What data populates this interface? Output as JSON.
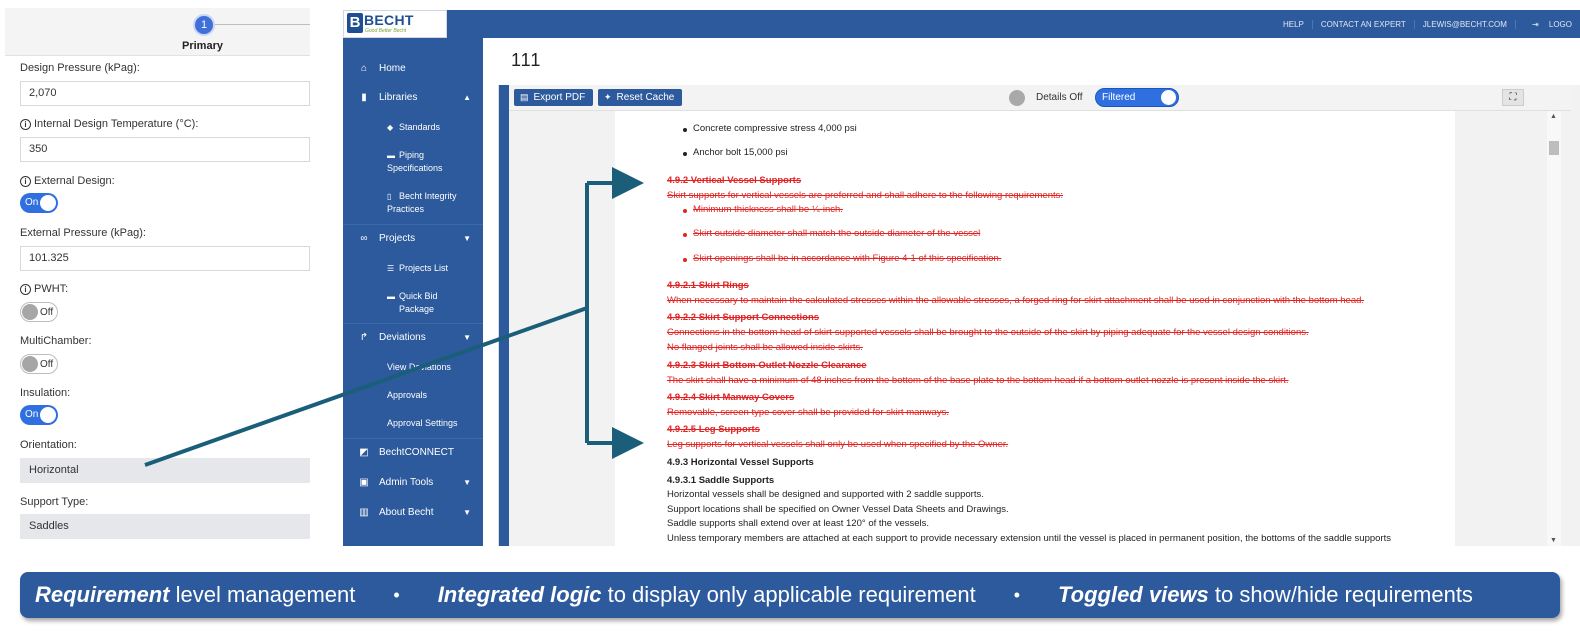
{
  "form": {
    "step_number": "1",
    "step_label": "Primary",
    "design_pressure_label": "Design Pressure (kPag):",
    "design_pressure_value": "2,070",
    "internal_temp_label": "Internal Design Temperature (°C):",
    "internal_temp_value": "350",
    "external_design_label": "External Design:",
    "external_design_toggle": "On",
    "external_pressure_label": "External Pressure (kPag):",
    "external_pressure_value": "101.325",
    "pwht_label": "PWHT:",
    "pwht_toggle": "Off",
    "multichamber_label": "MultiChamber:",
    "multichamber_toggle": "Off",
    "insulation_label": "Insulation:",
    "insulation_toggle": "On",
    "orientation_label": "Orientation:",
    "orientation_value": "Horizontal",
    "support_type_label": "Support Type:",
    "support_type_value": "Saddles"
  },
  "topbar": {
    "logo_text": "BECHT",
    "logo_tagline": "Good Better Becht",
    "links": [
      "HELP",
      "CONTACT AN EXPERT",
      "JLEWIS@BECHT.COM",
      "LOGO"
    ]
  },
  "sidebar": {
    "home": "Home",
    "libraries": "Libraries",
    "standards": "Standards",
    "piping_1": "Piping",
    "piping_2": "Specifications",
    "becht_1": "Becht Integrity",
    "becht_2": "Practices",
    "projects": "Projects",
    "projects_list": "Projects List",
    "quick_bid_1": "Quick Bid",
    "quick_bid_2": "Package",
    "deviations": "Deviations",
    "view_deviations": "View Deviations",
    "approvals": "Approvals",
    "approval_settings": "Approval Settings",
    "bechtconnect": "BechtCONNECT",
    "admin_tools": "Admin Tools",
    "about_becht": "About Becht"
  },
  "page": {
    "title": "111"
  },
  "toolbar": {
    "export_pdf": "Export PDF",
    "reset_cache": "Reset Cache",
    "details_label": "Details Off",
    "filter_label": "Filtered"
  },
  "document": {
    "bullet_1": "Concrete compressive stress 4,000 psi",
    "bullet_2": "Anchor bolt 15,000 psi",
    "h_492": "4.9.2 Vertical Vessel Supports",
    "p_492": "Skirt supports for vertical vessels are preferred and shall adhere to the following requirements:",
    "rb_1": "Minimum thickness shall be ¼-inch.",
    "rb_2": "Skirt outside diameter shall match the outside diameter of the vessel",
    "rb_3": "Skirt openings shall be in accordance with Figure 4-1 of this specification.",
    "h_4921": "4.9.2.1 Skirt Rings",
    "p_4921": "When necessary to maintain the calculated stresses within the allowable stresses, a forged ring for skirt attachment shall be used in conjunction with the bottom head.",
    "h_4922": "4.9.2.2 Skirt Support Connections",
    "p_4922a": "Connections in the bottom head of skirt-supported vessels shall be brought to the outside of the skirt by piping adequate for the vessel design conditions.",
    "p_4922b": "No flanged joints shall be allowed inside skirts.",
    "h_4923": "4.9.2.3 Skirt Bottom Outlet Nozzle Clearance",
    "p_4923": "The skirt shall have a minimum of 48 inches from the bottom of the base plate to the bottom head if a bottom outlet nozzle is present inside the skirt.",
    "h_4924": "4.9.2.4 Skirt Manway Covers",
    "p_4924": "Removable, screen type cover shall be provided for skirt manways.",
    "h_4925": "4.9.2.5 Leg Supports",
    "p_4925": "Leg supports for vertical vessels shall only be used when specified by the Owner.",
    "h_493": "4.9.3 Horizontal Vessel Supports",
    "h_4931": "4.9.3.1 Saddle Supports",
    "p_4931a": "Horizontal vessels shall be designed and supported with 2 saddle supports.",
    "p_4931b": "Support locations shall be specified on Owner Vessel Data Sheets and Drawings.",
    "p_4931c": "Saddle supports shall extend over at least 120° of the vessels.",
    "p_4931d": "Unless temporary members are attached at each support to provide necessary extension until the vessel is placed in permanent position, the bottoms of the saddle supports"
  },
  "banner": {
    "b1": "Requirement",
    "t1": " level management",
    "b2": "Integrated logic",
    "t2": " to display only applicable requirement",
    "b3": "Toggled views",
    "t3": " to show/hide requirements",
    "sep": "•"
  },
  "colors": {
    "brand_blue": "#2c5a9c",
    "toggle_blue": "#2f6fe0",
    "removed_red": "#e02424",
    "arrow_teal": "#1b5e7a"
  }
}
